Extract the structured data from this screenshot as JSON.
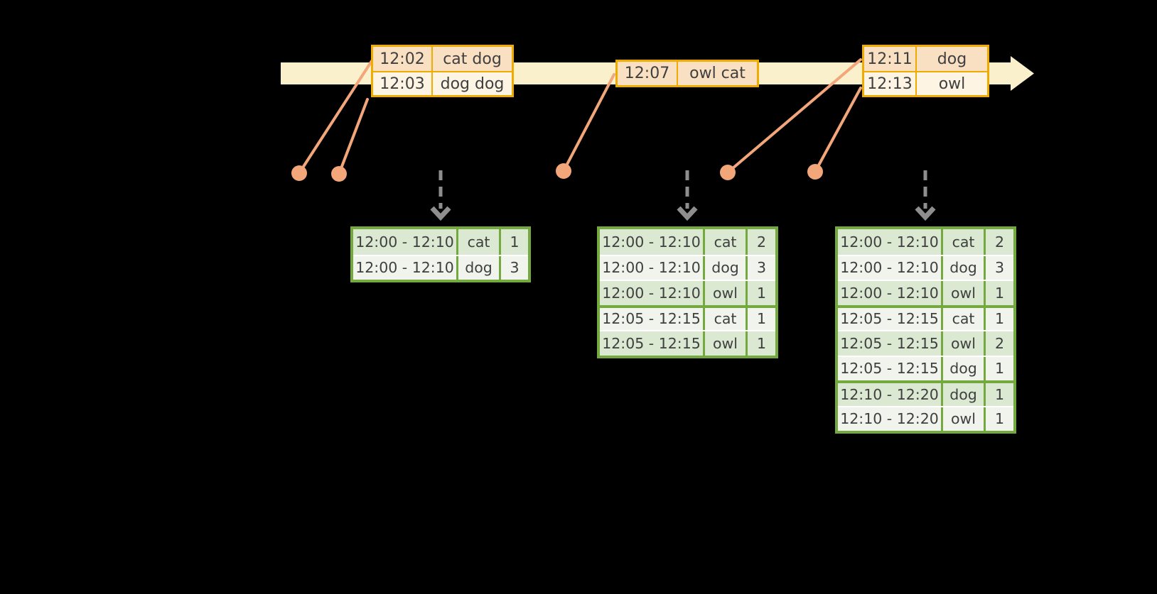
{
  "colors": {
    "background": "#000000",
    "text": "#3f3f3f",
    "gold": "#f0ab00",
    "peach": "#fae0c3",
    "cream": "#fdf4e3",
    "band": "#faf0cc",
    "salmon": "#f2a679",
    "green": "#73a93e",
    "green_light": "#dbe8d2",
    "green_pale": "#f1f4ed",
    "gray": "#8e8e8e"
  },
  "event_tables": [
    {
      "rows": [
        {
          "time": "12:02",
          "words": "cat dog"
        },
        {
          "time": "12:03",
          "words": "dog dog"
        }
      ]
    },
    {
      "rows": [
        {
          "time": "12:07",
          "words": "owl cat"
        }
      ]
    },
    {
      "rows": [
        {
          "time": "12:11",
          "words": "dog"
        },
        {
          "time": "12:13",
          "words": "owl"
        }
      ]
    }
  ],
  "result_tables": [
    {
      "rows": [
        {
          "window": "12:00 - 12:10",
          "word": "cat",
          "count": "1"
        },
        {
          "window": "12:00 - 12:10",
          "word": "dog",
          "count": "3"
        }
      ]
    },
    {
      "rows": [
        {
          "window": "12:00 - 12:10",
          "word": "cat",
          "count": "2"
        },
        {
          "window": "12:00 - 12:10",
          "word": "dog",
          "count": "3"
        },
        {
          "window": "12:00 - 12:10",
          "word": "owl",
          "count": "1"
        },
        {
          "window": "12:05 - 12:15",
          "word": "cat",
          "count": "1"
        },
        {
          "window": "12:05 - 12:15",
          "word": "owl",
          "count": "1"
        }
      ]
    },
    {
      "rows": [
        {
          "window": "12:00 - 12:10",
          "word": "cat",
          "count": "2"
        },
        {
          "window": "12:00 - 12:10",
          "word": "dog",
          "count": "3"
        },
        {
          "window": "12:00 - 12:10",
          "word": "owl",
          "count": "1"
        },
        {
          "window": "12:05 - 12:15",
          "word": "cat",
          "count": "1"
        },
        {
          "window": "12:05 - 12:15",
          "word": "owl",
          "count": "2"
        },
        {
          "window": "12:05 - 12:15",
          "word": "dog",
          "count": "1"
        },
        {
          "window": "12:10 - 12:20",
          "word": "dog",
          "count": "1"
        },
        {
          "window": "12:10 - 12:20",
          "word": "owl",
          "count": "1"
        }
      ]
    }
  ]
}
